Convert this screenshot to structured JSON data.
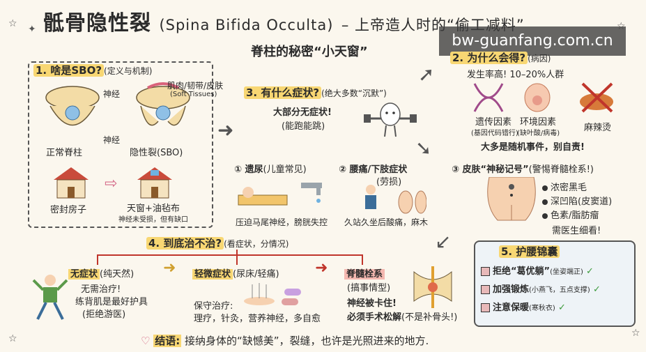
{
  "header": {
    "title_main": "骶骨隐性裂",
    "title_en": "(Spina Bifida Occulta)",
    "title_tail": "– 上帝造人时的“偷工减料”",
    "subtitle": "脊柱的秘密“小天窗”"
  },
  "watermark": "bw-guanfang.com.cn",
  "s1": {
    "title": "1. 啥是SBO?",
    "title_sub": "(定义与机制)",
    "nerve_label": "神经",
    "nerve_label2": "神经",
    "soft_label": "肌肉/韧带/皮肤",
    "soft_label_en": "(Soft Tissues)",
    "normal": "正常脊柱",
    "sbo": "隐性裂(SBO)",
    "house1": "密封房子",
    "house2": "天窗+油毡布",
    "house2_note": "神经未受损，但有缺口"
  },
  "s2": {
    "title": "2. 为什么会得?",
    "title_sub": "(病因)",
    "rate": "发生率高! 10–20%人群",
    "gene": "遗传因素",
    "gene_sub": "(基因代码错行)",
    "env": "环境因素",
    "env_sub": "(缺叶酸/病毒)",
    "spicy": "麻辣烫",
    "note": "大多是随机事件，别自责!"
  },
  "s3": {
    "title": "3. 有什么症状?",
    "title_sub": "(绝大多数“沉默”)",
    "none1": "大部分无症状!",
    "none2": "(能跑能跳)",
    "c1": "① 遗尿",
    "c1_sub": "(儿童常见)",
    "c1_note": "压迫马尾神经，膀胱失控",
    "c2": "② 腰痛/下肢症状",
    "c2_sub": "(劳损)",
    "c2_note": "久站久坐后酸痛，麻木",
    "c3": "③ 皮肤“神秘记号”",
    "c3_sub": "(警惕脊髓栓系!)",
    "m1": "浓密黑毛",
    "m2": "深凹陷(皮窦道)",
    "m3": "色素/脂肪瘤",
    "m4": "需医生细看!"
  },
  "s4": {
    "title": "4. 到底治不治?",
    "title_sub": "(看症状，分情况)",
    "a": "无症状",
    "a_sub": "(纯天然)",
    "a1": "无需治疗!",
    "a2": "练背肌是最好护具",
    "a3": "(拒绝游医)",
    "b": "轻微症状",
    "b_sub": "(尿床/轻痛)",
    "b1": "保守治疗:",
    "b2": "理疗，针灸，营养神经，多自愈",
    "c": "脊髓栓系",
    "c_sub": "(搞事情型)",
    "c1": "神经被卡住!",
    "c2": "必须手术松解",
    "c2_sub": "(不是补骨头!)"
  },
  "s5": {
    "title": "5. 护腰锦囊",
    "i1": "拒绝“葛优躺”",
    "i1_sub": "(坐姿端正)",
    "i2": "加强锻炼",
    "i2_sub": "(小燕飞，五点支撑)",
    "i3": "注意保暖",
    "i3_sub": "(寒秋衣)"
  },
  "conclusion": {
    "label": "结语:",
    "text": "接纳身体的“缺憾美”，裂缝，也许是光照进来的地方."
  }
}
